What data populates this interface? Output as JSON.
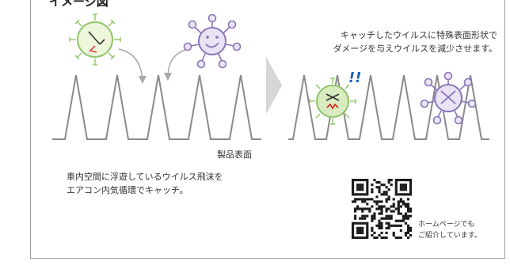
{
  "title": "イメージ図",
  "right_caption": {
    "line1": "キャッチしたウイルスに特殊表面形状で",
    "line2": "ダメージを与えウイルスを減少させます。"
  },
  "surface_label": "製品表面",
  "left_caption": {
    "line1": "車内空間に浮遊しているウイルス飛沫を",
    "line2": "エアコン内気循環でキャッチ。"
  },
  "qr_caption": {
    "line1": "ホームページでも",
    "line2": "ご紹介しています。"
  },
  "exclaim": "!!",
  "colors": {
    "spike_stroke": "#8a8a8a",
    "arrow_fill": "#d2d2d2",
    "virus_green": "#8fc46a",
    "virus_green_fill": "#eef6dc",
    "virus_purple": "#8a74b8",
    "virus_purple_fill": "#e9e3f4",
    "exclaim_blue": "#1c62b8",
    "damage_red": "#d61e1e"
  },
  "icons": [
    "green-virus-icon",
    "purple-virus-icon",
    "curved-arrow-icon",
    "chevron-arrow-icon",
    "qr-code-icon"
  ]
}
